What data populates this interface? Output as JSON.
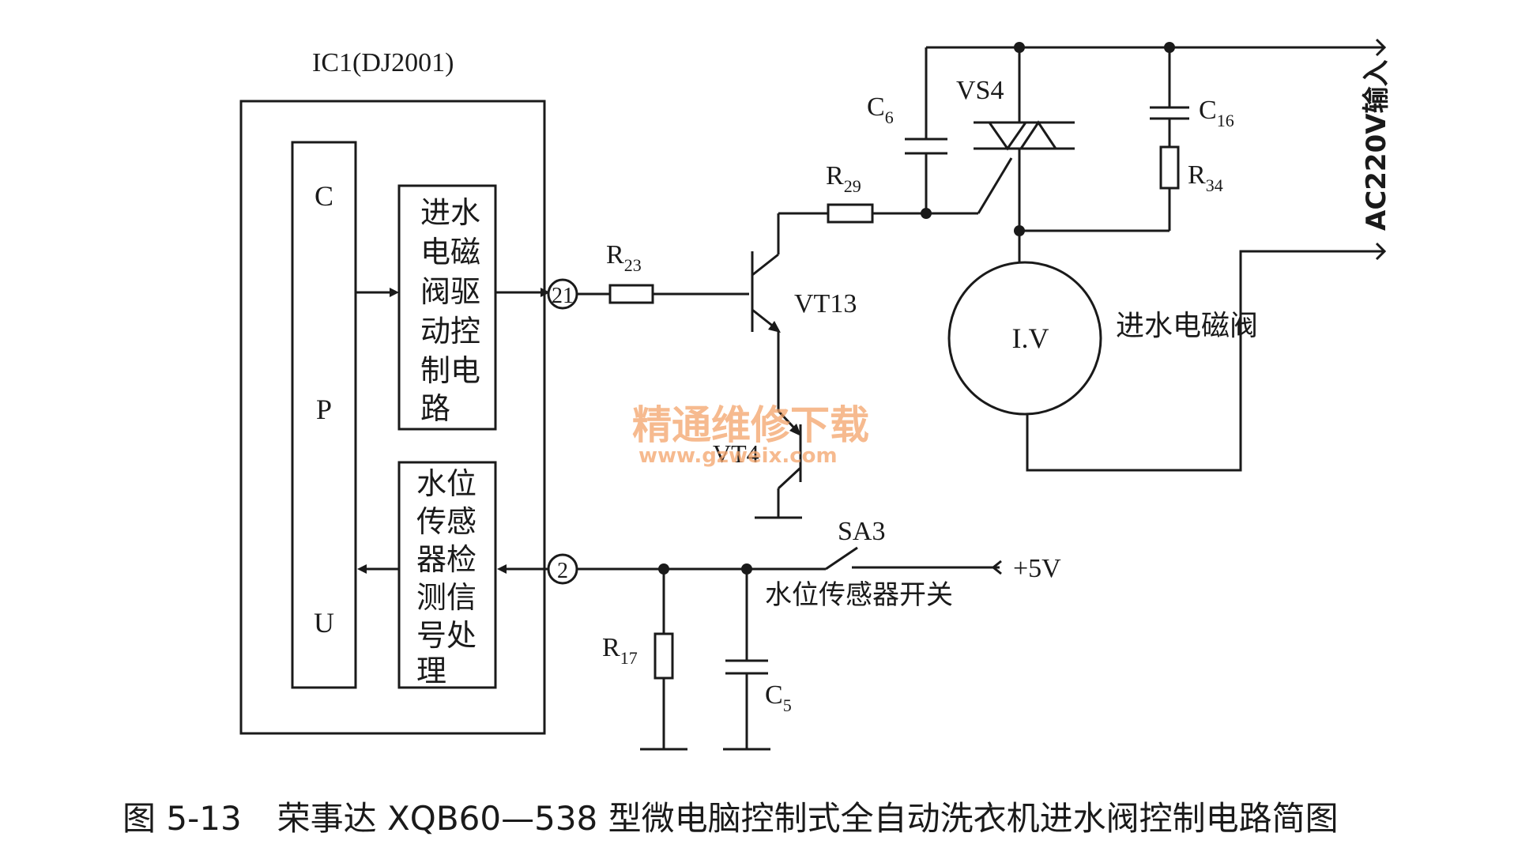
{
  "ic": {
    "title": "IC1(DJ2001)",
    "cpu_letters": [
      "C",
      "P",
      "U"
    ],
    "driver_block": [
      "进水",
      "电磁",
      "阀驱",
      "动控",
      "制电",
      "路"
    ],
    "sensor_block": [
      "水位",
      "传感",
      "器检",
      "测信",
      "号处",
      "理"
    ],
    "pin_out": "21",
    "pin_in": "2"
  },
  "components": {
    "r23": {
      "name": "R",
      "sub": "23"
    },
    "r29": {
      "name": "R",
      "sub": "29"
    },
    "r34": {
      "name": "R",
      "sub": "34"
    },
    "r17": {
      "name": "R",
      "sub": "17"
    },
    "c6": {
      "name": "C",
      "sub": "6"
    },
    "c16": {
      "name": "C",
      "sub": "16"
    },
    "c5": {
      "name": "C",
      "sub": "5"
    },
    "vt13": "VT13",
    "vt4": "VT4",
    "vs4": "VS4",
    "sa3": "SA3",
    "valve_symbol": "I.V",
    "valve_label": "进水电磁阀",
    "ac_input": "AC220V输入",
    "vcc": "+5V",
    "sensor_switch": "水位传感器开关"
  },
  "watermark": {
    "line1": "精通维修下载",
    "line2": "www.gzweix.com",
    "color": "#f3a46a"
  },
  "caption": {
    "figure_no": "图 5-13",
    "text": "荣事达 XQB60—538 型微电脑控制式全自动洗衣机进水阀控制电路简图"
  }
}
